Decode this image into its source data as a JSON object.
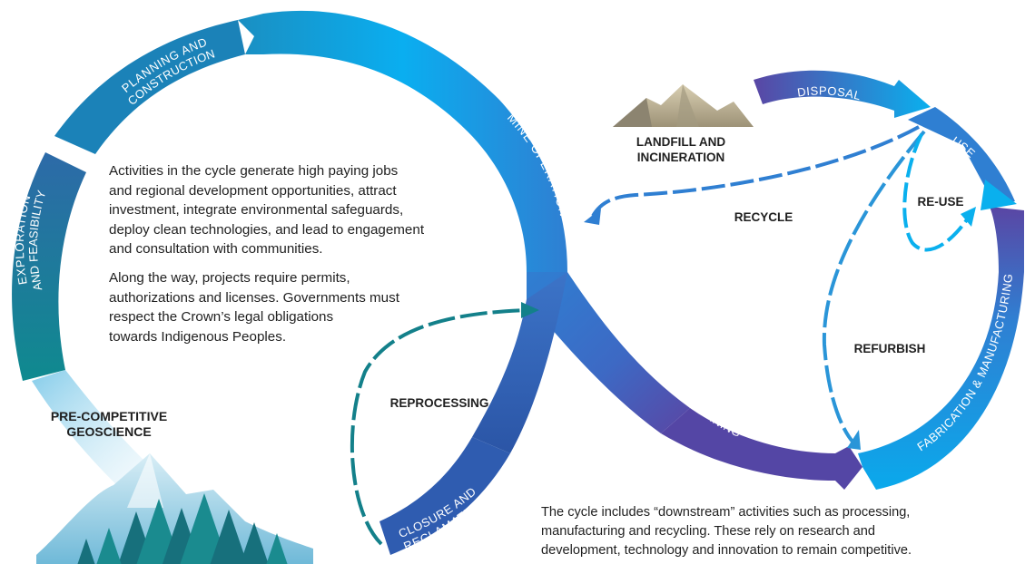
{
  "segments": {
    "exploration": [
      "EXPLORATION",
      "AND FEASIBILITY"
    ],
    "planning": [
      "PLANNING AND",
      "CONSTRUCTION"
    ],
    "mine_operation": "MINE OPERATION",
    "refining": "REFINING",
    "closure": [
      "CLOSURE AND",
      "RECLAMATION"
    ],
    "disposal": "DISPOSAL",
    "use": "USE",
    "fabrication": "FABRICATION & MANUFACTURING"
  },
  "labels": {
    "pre_competitive": [
      "PRE-COMPETITIVE",
      "GEOSCIENCE"
    ],
    "landfill": [
      "LANDFILL AND",
      "INCINERATION"
    ],
    "recycle": "RECYCLE",
    "reuse": "RE-USE",
    "refurbish": "REFURBISH",
    "reprocessing": "REPROCESSING"
  },
  "text": {
    "intro": [
      "Activities in the cycle generate high paying jobs",
      "and regional development opportunities, attract",
      "investment, integrate environmental safeguards,",
      "deploy clean technologies, and lead to engagement",
      "and consultation with communities."
    ],
    "permits": [
      "Along the way, projects require permits,",
      "authorizations and licenses. Governments must",
      "respect the Crown’s legal obligations",
      "towards Indigenous Peoples."
    ],
    "downstream": [
      "The cycle includes “downstream” activities such as processing,",
      "manufacturing and recycling. These rely on research and",
      "development, technology and innovation to remain competitive."
    ]
  },
  "colors": {
    "teal": "#13808a",
    "blue": "#2e86d6",
    "bright_blue": "#0ab0ee",
    "purple": "#5a46a4",
    "light_blue": "#9fd6ee"
  }
}
